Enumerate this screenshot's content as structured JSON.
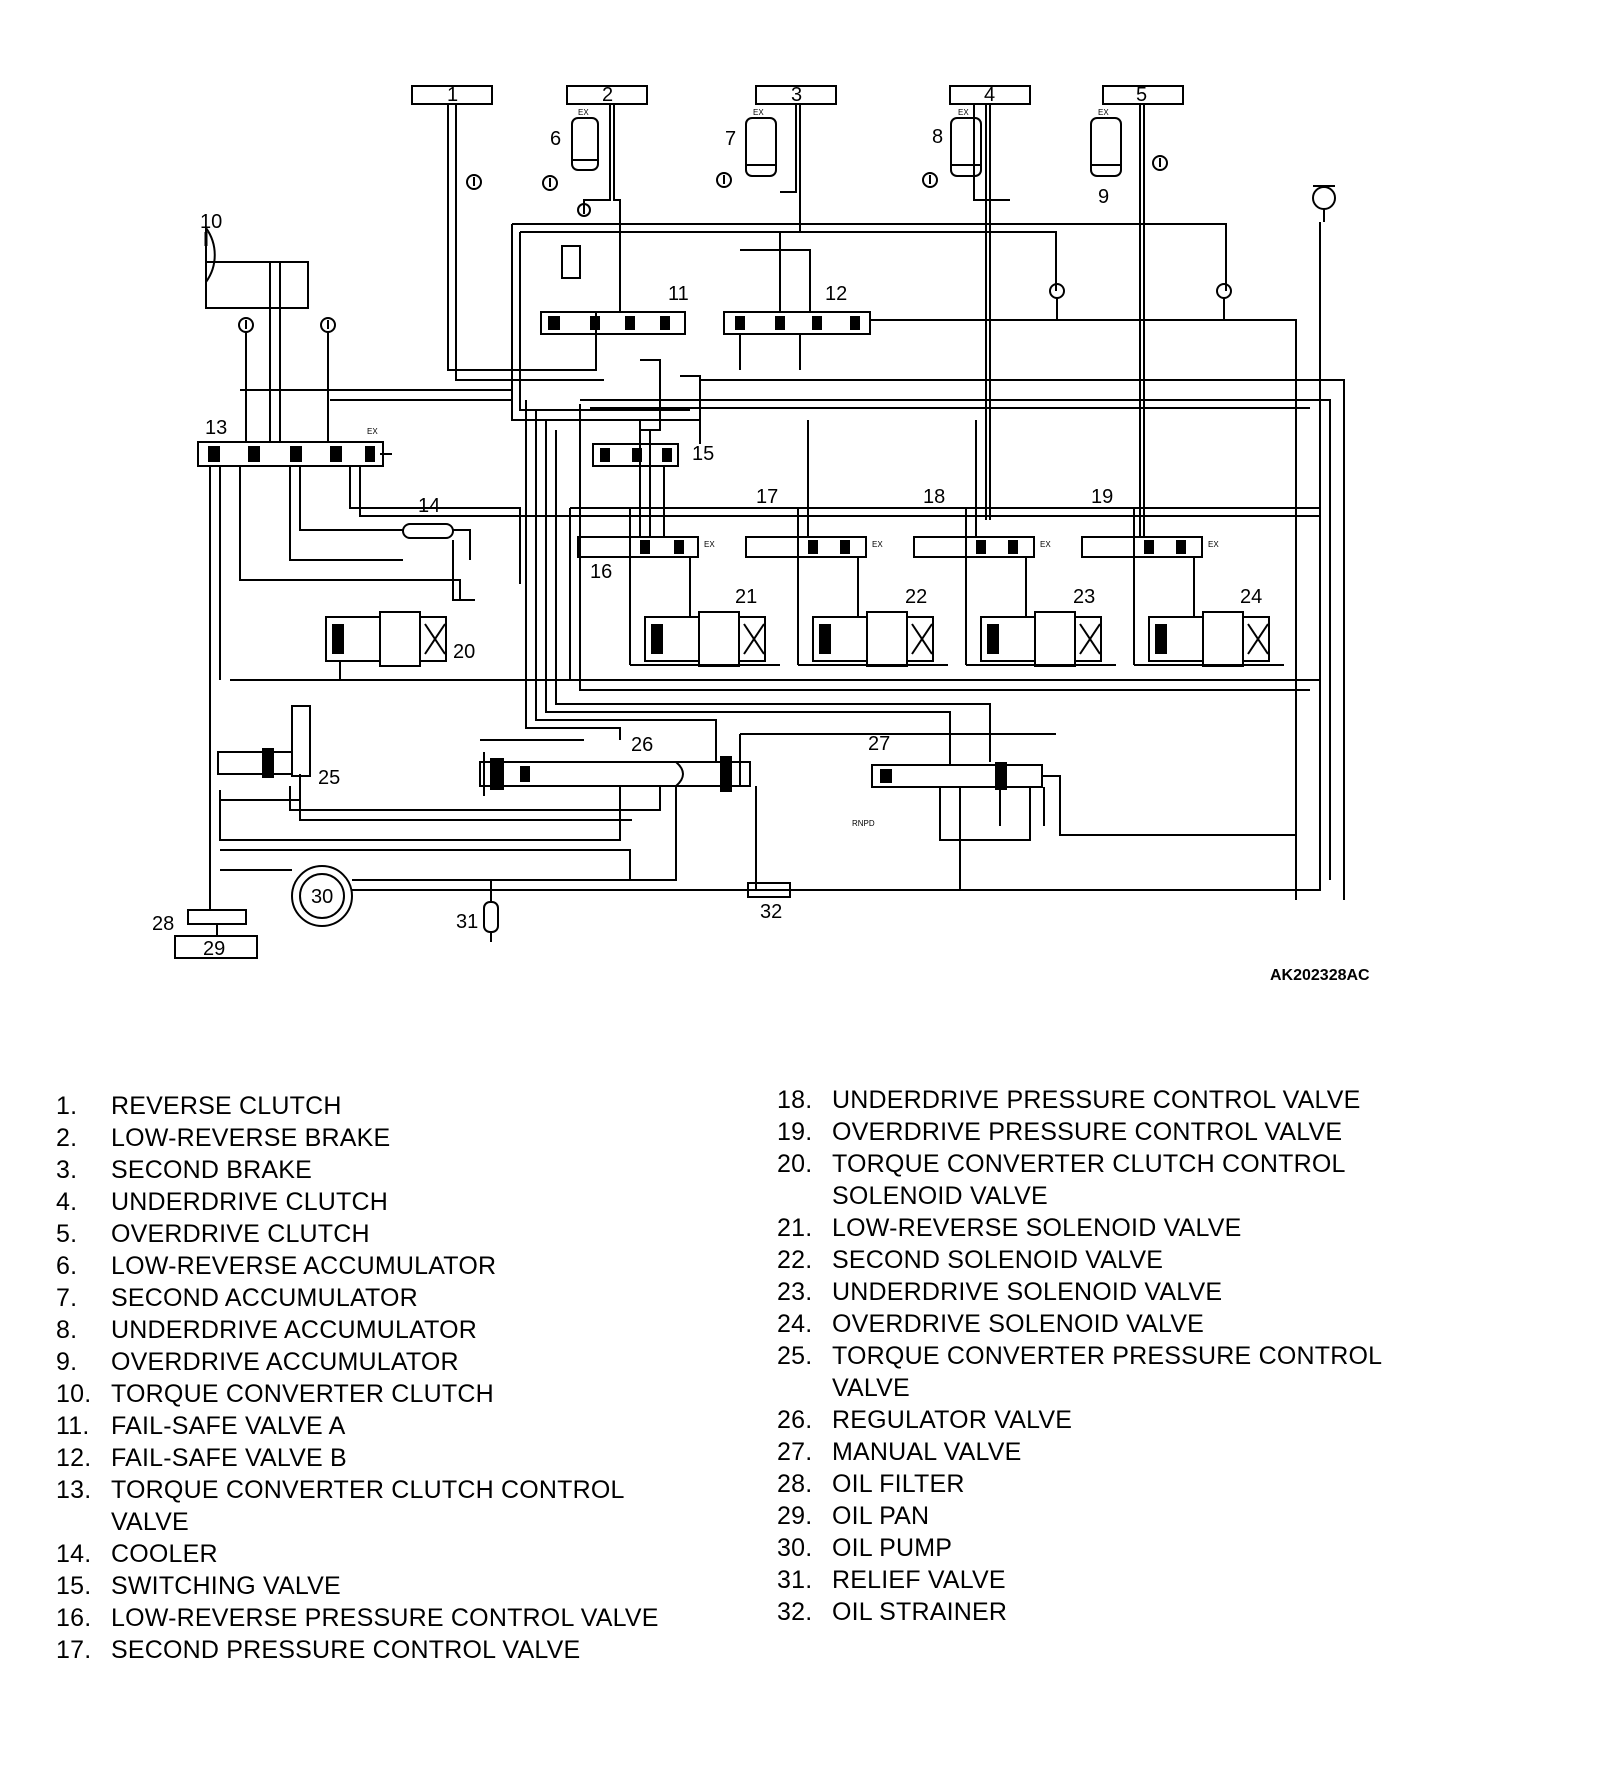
{
  "diagram": {
    "code": "AK202328AC",
    "ex_label": "EX",
    "manual_positions": "RNPD",
    "callouts": [
      "1",
      "2",
      "3",
      "4",
      "5",
      "6",
      "7",
      "8",
      "9",
      "10",
      "11",
      "12",
      "13",
      "14",
      "15",
      "16",
      "17",
      "18",
      "19",
      "20",
      "21",
      "22",
      "23",
      "24",
      "25",
      "26",
      "27",
      "28",
      "29",
      "30",
      "31",
      "32"
    ]
  },
  "legend": {
    "left": [
      {
        "num": "1.",
        "text": "REVERSE CLUTCH"
      },
      {
        "num": "2.",
        "text": "LOW-REVERSE BRAKE"
      },
      {
        "num": "3.",
        "text": "SECOND BRAKE"
      },
      {
        "num": "4.",
        "text": "UNDERDRIVE CLUTCH"
      },
      {
        "num": "5.",
        "text": "OVERDRIVE CLUTCH"
      },
      {
        "num": "6.",
        "text": "LOW-REVERSE ACCUMULATOR"
      },
      {
        "num": "7.",
        "text": "SECOND ACCUMULATOR"
      },
      {
        "num": "8.",
        "text": "UNDERDRIVE ACCUMULATOR"
      },
      {
        "num": "9.",
        "text": "OVERDRIVE ACCUMULATOR"
      },
      {
        "num": "10.",
        "text": "TORQUE CONVERTER CLUTCH"
      },
      {
        "num": "11.",
        "text": "FAIL-SAFE VALVE A"
      },
      {
        "num": "12.",
        "text": "FAIL-SAFE VALVE B"
      },
      {
        "num": "13.",
        "text": "TORQUE CONVERTER CLUTCH CONTROL VALVE"
      },
      {
        "num": "14.",
        "text": "COOLER"
      },
      {
        "num": "15.",
        "text": "SWITCHING VALVE"
      },
      {
        "num": "16.",
        "text": "LOW-REVERSE PRESSURE CONTROL VALVE"
      },
      {
        "num": "17.",
        "text": "SECOND PRESSURE CONTROL VALVE"
      }
    ],
    "right": [
      {
        "num": "18.",
        "text": "UNDERDRIVE PRESSURE CONTROL VALVE"
      },
      {
        "num": "19.",
        "text": "OVERDRIVE PRESSURE CONTROL VALVE"
      },
      {
        "num": "20.",
        "text": "TORQUE CONVERTER CLUTCH CONTROL SOLENOID VALVE"
      },
      {
        "num": "21.",
        "text": "LOW-REVERSE SOLENOID VALVE"
      },
      {
        "num": "22.",
        "text": "SECOND SOLENOID VALVE"
      },
      {
        "num": "23.",
        "text": "UNDERDRIVE SOLENOID VALVE"
      },
      {
        "num": "24.",
        "text": "OVERDRIVE SOLENOID VALVE"
      },
      {
        "num": "25.",
        "text": "TORQUE CONVERTER PRESSURE CONTROL VALVE"
      },
      {
        "num": "26.",
        "text": "REGULATOR VALVE"
      },
      {
        "num": "27.",
        "text": "MANUAL VALVE"
      },
      {
        "num": "28.",
        "text": "OIL FILTER"
      },
      {
        "num": "29.",
        "text": "OIL PAN"
      },
      {
        "num": "30.",
        "text": "OIL PUMP"
      },
      {
        "num": "31.",
        "text": "RELIEF VALVE"
      },
      {
        "num": "32.",
        "text": "OIL STRAINER"
      }
    ]
  }
}
